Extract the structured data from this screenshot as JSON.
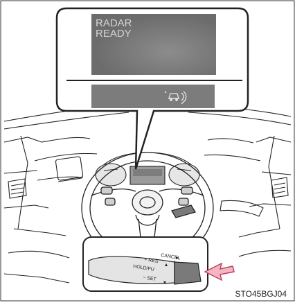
{
  "display": {
    "line1": "RADAR",
    "line2": "READY"
  },
  "lever": {
    "cancel": "CANCEL",
    "res": "+ RES",
    "holdfu": "HOLD/FU",
    "set": "− SET"
  },
  "caption": "STO45BGJ04",
  "colors": {
    "screen": "#7c7c7c",
    "screen_text": "#d4d4d4",
    "arrow_fill": "#f4b6c3",
    "arrow_stroke": "#c0405e",
    "line": "#222222"
  }
}
